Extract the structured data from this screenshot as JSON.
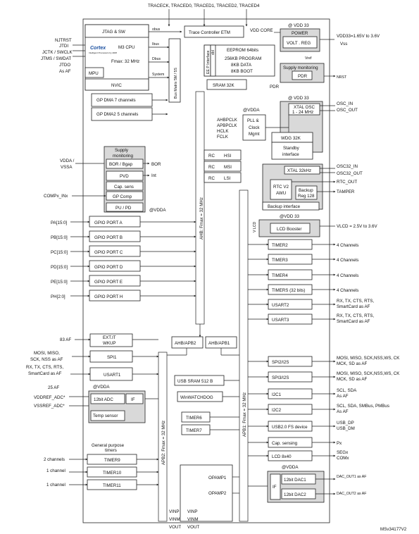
{
  "top": {
    "trace_signals": "TRACECK, TRACED0, TRACED1, TRACED2, TRACED4"
  },
  "left_signals": {
    "jtag": [
      "NJTRST",
      "JTDI",
      "JCTK / SWCLK",
      "JTMS / SWDAT",
      "JTDO",
      "As AF"
    ],
    "vdda": [
      "VDDA /",
      "VSSA"
    ],
    "comp": "COMPx_INx",
    "gpio": [
      "PA[15:0]",
      "PB[15:0]",
      "PC[15:0]",
      "PD[15:0]",
      "PE[15:0]",
      "PH[2:0]"
    ],
    "exti": "83 AF",
    "spi1": [
      "MOSI, MISO,",
      "SCK, NSS as AF"
    ],
    "usart1": [
      "RX, TX, CTS, RTS,",
      "SmartCard as AF"
    ],
    "adc": [
      "25 AF",
      "VDDREF_ADC*",
      "VSSREF_ADC*"
    ],
    "timers": [
      "2 channels",
      "1 channel",
      "1 channel"
    ]
  },
  "cpu": {
    "jtag": "JTAG & SW",
    "logo": "Cortex",
    "logo_sub": "Intelligent Processors by ARM",
    "core": "M3 CPU",
    "fmax": "Fmax: 32 MHz",
    "mpu": "MPU",
    "nvic": "NVIC",
    "buses": [
      "Ibus",
      "Dbus",
      "System"
    ],
    "obus": "obus"
  },
  "trace": "Trace Controller ETM",
  "bus_matrix": "Bus Matrix 5M / 5S",
  "eeprom": {
    "interface": "EE P Interface",
    "dbl": "dbl",
    "line1": "EEPROM 64bits",
    "line2": "256KB PROGRAM",
    "line3": "8KB DATA",
    "line4": "8KB BOOT"
  },
  "sram": "SRAM  32K",
  "dma": [
    "GP DMA 7 channels",
    "GP DMA2 5 channels"
  ],
  "power": {
    "vdd_core": "VDD CORE",
    "at_vdd33": "@ VDD 33",
    "title": "POWER",
    "volt": "VOLT . REG",
    "vref": "Vref",
    "supply": "Supply monitoring",
    "pdr": "PDR",
    "pdr_label": "PDR",
    "vdd33": "VDD33=1.65V to 3.6V",
    "vss": "Vss",
    "nrst": "NRST"
  },
  "clocks": {
    "at_vdda": "@VDDA",
    "labels": [
      "AHBPCLK",
      "APBPCLK",
      "HCLK",
      "FCLK"
    ],
    "pll": [
      "PLL &",
      "Clock",
      "Mgmt"
    ],
    "xtal_osc": [
      "XTAL OSC",
      "1 - 24 MHz"
    ],
    "osc_in": "OSC_IN",
    "osc_out": "OSC_OUT",
    "at_vdd33": "@ VDD 33",
    "wdg": "WDG 32K",
    "standby": [
      "Standby",
      "interface"
    ],
    "rc": [
      [
        "RC",
        "HSI"
      ],
      [
        "RC",
        "MSI"
      ],
      [
        "RC",
        "LSI"
      ]
    ]
  },
  "supply_mon": {
    "title": [
      "Supply",
      "monitoring"
    ],
    "rows": [
      "BOR / Bgap",
      "PVD",
      "Cap. sens",
      "GP Comp",
      "PU / PD"
    ],
    "bor": "BOR",
    "int": "Int",
    "at_vdda": "@VDDA"
  },
  "rtc": {
    "xtal": "XTAL 32kHz",
    "osc32_in": "OSC32_IN",
    "osc32_out": "OSC32_OUT",
    "rtc": [
      "RTC V2",
      "AWU"
    ],
    "backup": [
      "Backup",
      "Reg 128"
    ],
    "rtc_out": "RTC_OUT",
    "tamper": "TAMPER",
    "backup_if": "Backup interface"
  },
  "lcd_booster": {
    "at_vdd33": "@VDD 33",
    "label": "LCD Booster",
    "vlcd": "V LCD",
    "range": "VLCD = 2.5V to 3.6V"
  },
  "gpio_ports": [
    "GPIO PORT A",
    "GPIO PORT B",
    "GPIO PORT C",
    "GPIO PORT D",
    "GPIO PORT E",
    "GPIO PORT H"
  ],
  "ahb_label": "AHB: Fmax = 32 MHz",
  "apb2_label": "APB2: Fmax = 32 MHz",
  "apb1_label": "APB1: Fmax = 32 MHz",
  "left_periph": {
    "exti": [
      "EXT.IT",
      "WKUP"
    ],
    "spi1": "SPI1",
    "usart1": "USART1",
    "adc_vdda": "@VDDA",
    "adc": "12bit ADC",
    "if": "IF",
    "temp": "Temp sensor",
    "gp_timers": [
      "General purpose",
      "timers"
    ],
    "timers": [
      "TIMER9",
      "TIMER10",
      "TIMER11"
    ]
  },
  "bridges": [
    "AHB/APB2",
    "AHB/APB1"
  ],
  "mid_periph": {
    "usb_sram": "USB SRAM 512 B",
    "wwdg": "WinWATCHDOG",
    "timers": [
      "TIMER6",
      "TIMER7"
    ],
    "opamp": [
      "OPAMP1",
      "OPAMP2"
    ]
  },
  "bottom_signals": [
    [
      "VINP",
      "VINM",
      "VOUT"
    ],
    [
      "VINP",
      "VINM",
      "VOUT"
    ]
  ],
  "right_periph": [
    {
      "label": "TIMER2",
      "signal": [
        "4 Channels"
      ]
    },
    {
      "label": "TIMER3",
      "signal": [
        "4 Channels"
      ]
    },
    {
      "label": "TIMER4",
      "signal": [
        "4 Channels"
      ]
    },
    {
      "label": "TIMERS (32 bits)",
      "signal": [
        "4 Channels"
      ]
    },
    {
      "label": "USART2",
      "signal": [
        "RX, TX, CTS, RTS,",
        "SmartCard as AF"
      ]
    },
    {
      "label": "USART3",
      "signal": [
        "RX, TX, CTS, RTS,",
        "SmartCard as AF"
      ]
    },
    {
      "label": "SPI2/I2S",
      "signal": [
        "MOSI, MISO, SCK,NSS,WS, CK",
        "MCK, SD as AF"
      ]
    },
    {
      "label": "SPI3/I2S",
      "signal": [
        "MOSI, MISO, SCK,NSS,WS, CK",
        "MCK, SD as AF"
      ]
    },
    {
      "label": "I2C1",
      "signal": [
        "SCL, SDA",
        "As AF"
      ]
    },
    {
      "label": "I2C2",
      "signal": [
        "SCL, SDA, SMBus, PMBus",
        "As AF"
      ]
    },
    {
      "label": "USB2.0 FS device",
      "signal": [
        "USB_DP",
        "USB_DM"
      ]
    },
    {
      "label": "Cap. sensing",
      "signal": [
        "Px"
      ]
    },
    {
      "label": "LCD 8x40",
      "signal": [
        "SEGx",
        "COMx"
      ]
    }
  ],
  "dac": {
    "at_vdda": "@VDDA",
    "if": "IF",
    "dac1": "12bit DAC1",
    "dac2": "12bit DAC2",
    "out1": "DAC_OUT1 as AF",
    "out2": "DAC_OUT2 as AF"
  },
  "footer": "MSv34177V2"
}
